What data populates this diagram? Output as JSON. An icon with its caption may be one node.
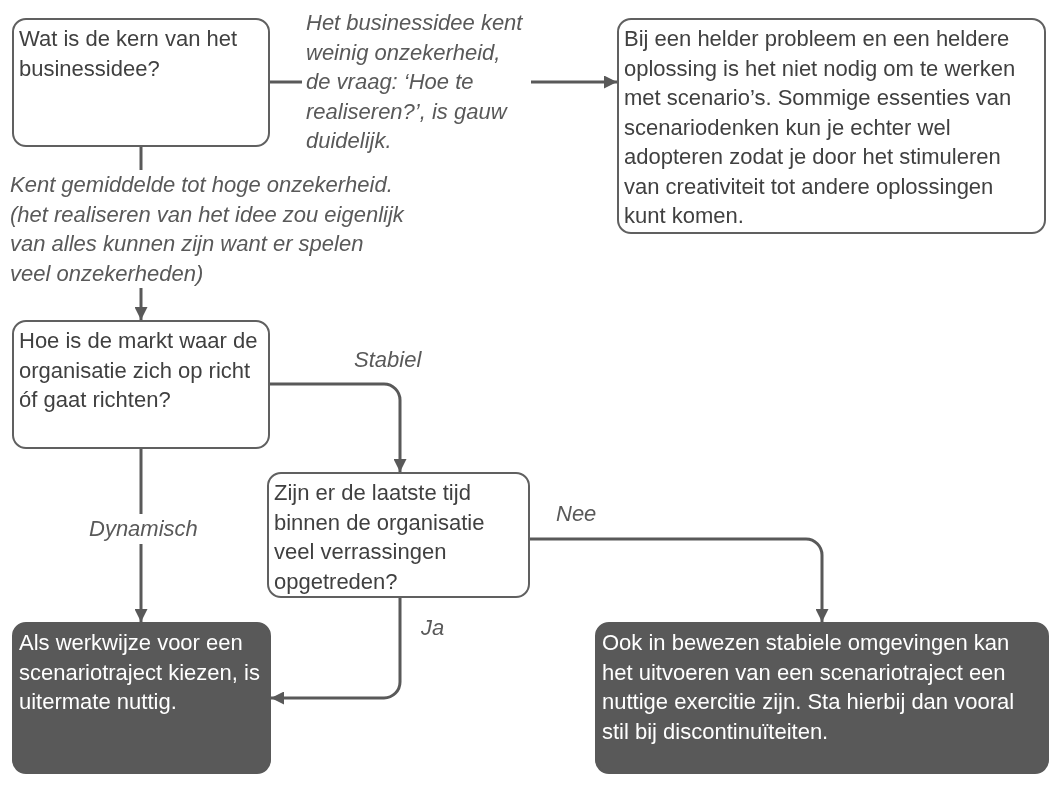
{
  "diagram": {
    "nodes": [
      {
        "text": [
          "Wat is de kern van het businessidee?"
        ]
      },
      {
        "text": [
          "Bij een helder probleem en een heldere oplossing is het niet nodig om te werken met scenario’s. Sommige essenties van scenariodenken kun je echter wel adopteren zodat je door het stimuleren van creativiteit tot andere oplossingen kunt komen."
        ]
      },
      {
        "text": [
          "Hoe is de markt waar de organisatie zich op richt óf gaat richten?"
        ]
      },
      {
        "text": [
          "Zijn er de laatste tijd binnen de organisatie veel verrassingen opgetreden?"
        ]
      },
      {
        "text": [
          "Als werkwijze voor een scenariotraject kiezen, is uitermate nuttig."
        ]
      },
      {
        "text": [
          "Ook in bewezen stabiele omgevingen kan het uitvoeren van een scenariotraject een nuttige exercitie zijn. Sta hierbij dan vooral stil bij discontinuïteiten."
        ]
      }
    ],
    "edges": [
      {
        "from": 0,
        "to": 1,
        "arrow": "to",
        "label": "Het businessidee kent weinig onzekerheid, de vraag: ‘Hoe te realiseren?’, is gauw duidelijk."
      },
      {
        "from": 0,
        "to": 2,
        "arrow": "to",
        "label": "Kent gemiddelde tot hoge onzekerheid. (het realiseren van het idee zou eigenlijk van alles kunnen zijn want er spelen veel onzekerheden)"
      },
      {
        "from": 2,
        "to": 3,
        "arrow": "to",
        "label": "Stabiel"
      },
      {
        "from": 2,
        "to": 4,
        "arrow": "to",
        "label": "Dynamisch"
      },
      {
        "from": 3,
        "to": 4,
        "arrow": "to",
        "label": "Ja"
      },
      {
        "from": 3,
        "to": 5,
        "arrow": "to",
        "label": "Nee"
      }
    ]
  }
}
